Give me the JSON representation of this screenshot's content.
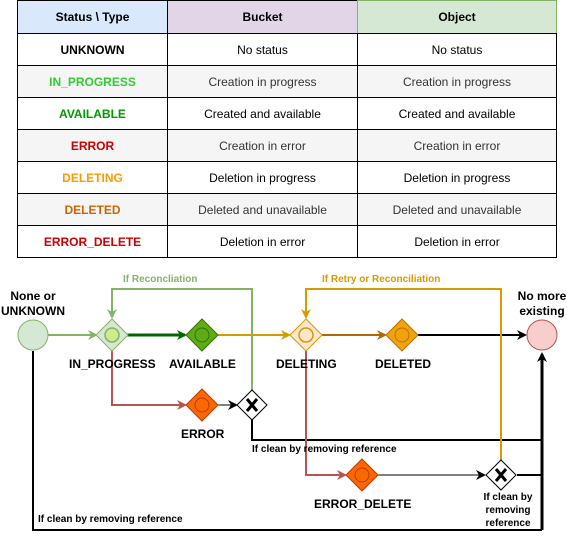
{
  "table": {
    "headers": [
      "Status \\ Type",
      "Bucket",
      "Object"
    ],
    "header_colors": [
      "#dae8fc",
      "#e1d5e7",
      "#d5e8d4"
    ],
    "rows": [
      {
        "status": "UNKNOWN",
        "color": "#000000",
        "bg": "#ffffff",
        "bucket": "No status",
        "object": "No status"
      },
      {
        "status": "IN_PROGRESS",
        "color": "#33cc33",
        "bg": "#f5f5f5",
        "bucket": "Creation in progress",
        "object": "Creation in progress"
      },
      {
        "status": "AVAILABLE",
        "color": "#009900",
        "bg": "#ffffff",
        "bucket": "Created and available",
        "object": "Created and available"
      },
      {
        "status": "ERROR",
        "color": "#cc0000",
        "bg": "#f5f5f5",
        "bucket": "Creation in error",
        "object": "Creation in error"
      },
      {
        "status": "DELETING",
        "color": "#ff9900",
        "bg": "#ffffff",
        "bucket": "Deletion in progress",
        "object": "Deletion in progress"
      },
      {
        "status": "DELETED",
        "color": "#cc6600",
        "bg": "#f5f5f5",
        "bucket": "Deleted and unavailable",
        "object": "Deleted and unavailable"
      },
      {
        "status": "ERROR_DELETE",
        "color": "#cc0000",
        "bg": "#ffffff",
        "bucket": "Deletion in error",
        "object": "Deletion in error"
      }
    ]
  },
  "diagram": {
    "start_label": "None or UNKNOWN",
    "end_label": "No more existing",
    "nodes": {
      "in_progress": "IN_PROGRESS",
      "available": "AVAILABLE",
      "error": "ERROR",
      "deleting": "DELETING",
      "deleted": "DELETED",
      "error_delete": "ERROR_DELETE"
    },
    "notes": {
      "reconciliation": "If Reconcliation",
      "retry": "If Retry or Reconciliation",
      "clean_mid": "If clean by removing reference",
      "clean_bottom": "If clean by removing reference",
      "clean_right": "If clean by removing reference"
    },
    "colors": {
      "reconciliation": "#82b366",
      "retry": "#d79b00",
      "in_progress_green": "#006600",
      "error_red": "#b85450",
      "node_green": "#60a917",
      "node_orange": "#f0a30a",
      "node_red": "#fa6800"
    }
  }
}
